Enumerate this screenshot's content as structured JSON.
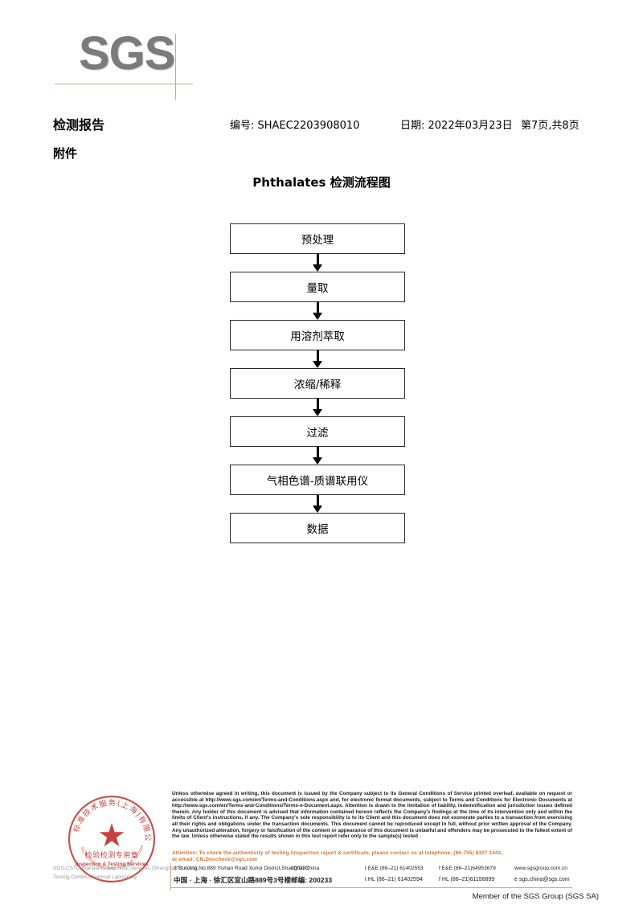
{
  "logo": {
    "text": "SGS"
  },
  "header": {
    "title": "检测报告",
    "report_no": "编号: SHAEC2203908010",
    "date": "日期: 2022年03月23日",
    "page": "第7页,共8页",
    "attachment_label": "附件"
  },
  "flowchart": {
    "title": "Phthalates 检测流程图",
    "steps": [
      {
        "label": "预处理"
      },
      {
        "label": "量取"
      },
      {
        "label": "用溶剂萃取"
      },
      {
        "label": "浓缩/稀释"
      },
      {
        "label": "过滤"
      },
      {
        "label": "气相色谱-质谱联用仪"
      },
      {
        "label": "数据"
      }
    ]
  },
  "seal": {
    "top_arc": "标准技术服务(上海)有限公司",
    "line1": "检验检测专用章",
    "line2": "Inspection & Testing Services",
    "bottom_arc": "SGS-CSTC Standards Technical Services",
    "color": "#c0332b"
  },
  "footer": {
    "faint_text_1": "SGS-CSTC Standards Technical Services (Shanghai) Co., Ltd.",
    "faint_text_2": "Testing Center-Chemical Laboratory.",
    "legal_paragraph": "Unless otherwise agreed in writing, this document is issued by the Company subject to its General Conditions of Service printed overleaf, available on request or accessible at http://www.sgs.com/en/Terms-and-Conditions.aspx and, for electronic format documents, subject to Terms and Conditions for Electronic Documents at http://www.sgs.com/en/Terms-and-Conditions/Terms-e-Document.aspx. Attention is drawn to the limitation of liability, indemnification and jurisdiction issues defined therein. Any holder of this document is advised that information contained hereon reflects the Company's findings at the time of its intervention only and within the limits of Client's instructions, if any. The Company's sole responsibility is to its Client and this document does not exonerate parties to a transaction from exercising all their rights and obligations under the transaction documents. This document cannot be reproduced except in full, without prior written approval of the Company. Any unauthorized alteration, forgery or falsification of the content or appearance of this document is unlawful and offenders may be prosecuted to the fullest extent of the law. Unless otherwise stated the results shown in this test report refer only to the sample(s) tested .",
    "attention_line1": "Attention: To check the authenticity of testing /inspection report & certificate, please contact us at telephone: (86-755) 8307 1443,",
    "attention_line2": "or email: CN.Doccheck@sgs.com",
    "attention_color": "#d4722c",
    "address_en": "3\"Building,No.889 Yishan Road Xuhui District,Shanghai China",
    "address_cn": "中国 · 上海 · 徐汇区宜山路889号3号楼",
    "zip_en": "200233",
    "zip_cn": "邮编: 200233",
    "tel_1a": "t E&E (86–21) 61402553",
    "tel_1b": "f E&E (86–21)64953679",
    "tel_2a": "t HL (86–21) 61402594",
    "tel_2b": "f HL (86–21)61156899",
    "web": "www.sgsgroup.com.cn",
    "email": "e  sgs.china@sgs.com",
    "member": "Member of the SGS Group (SGS SA)"
  }
}
